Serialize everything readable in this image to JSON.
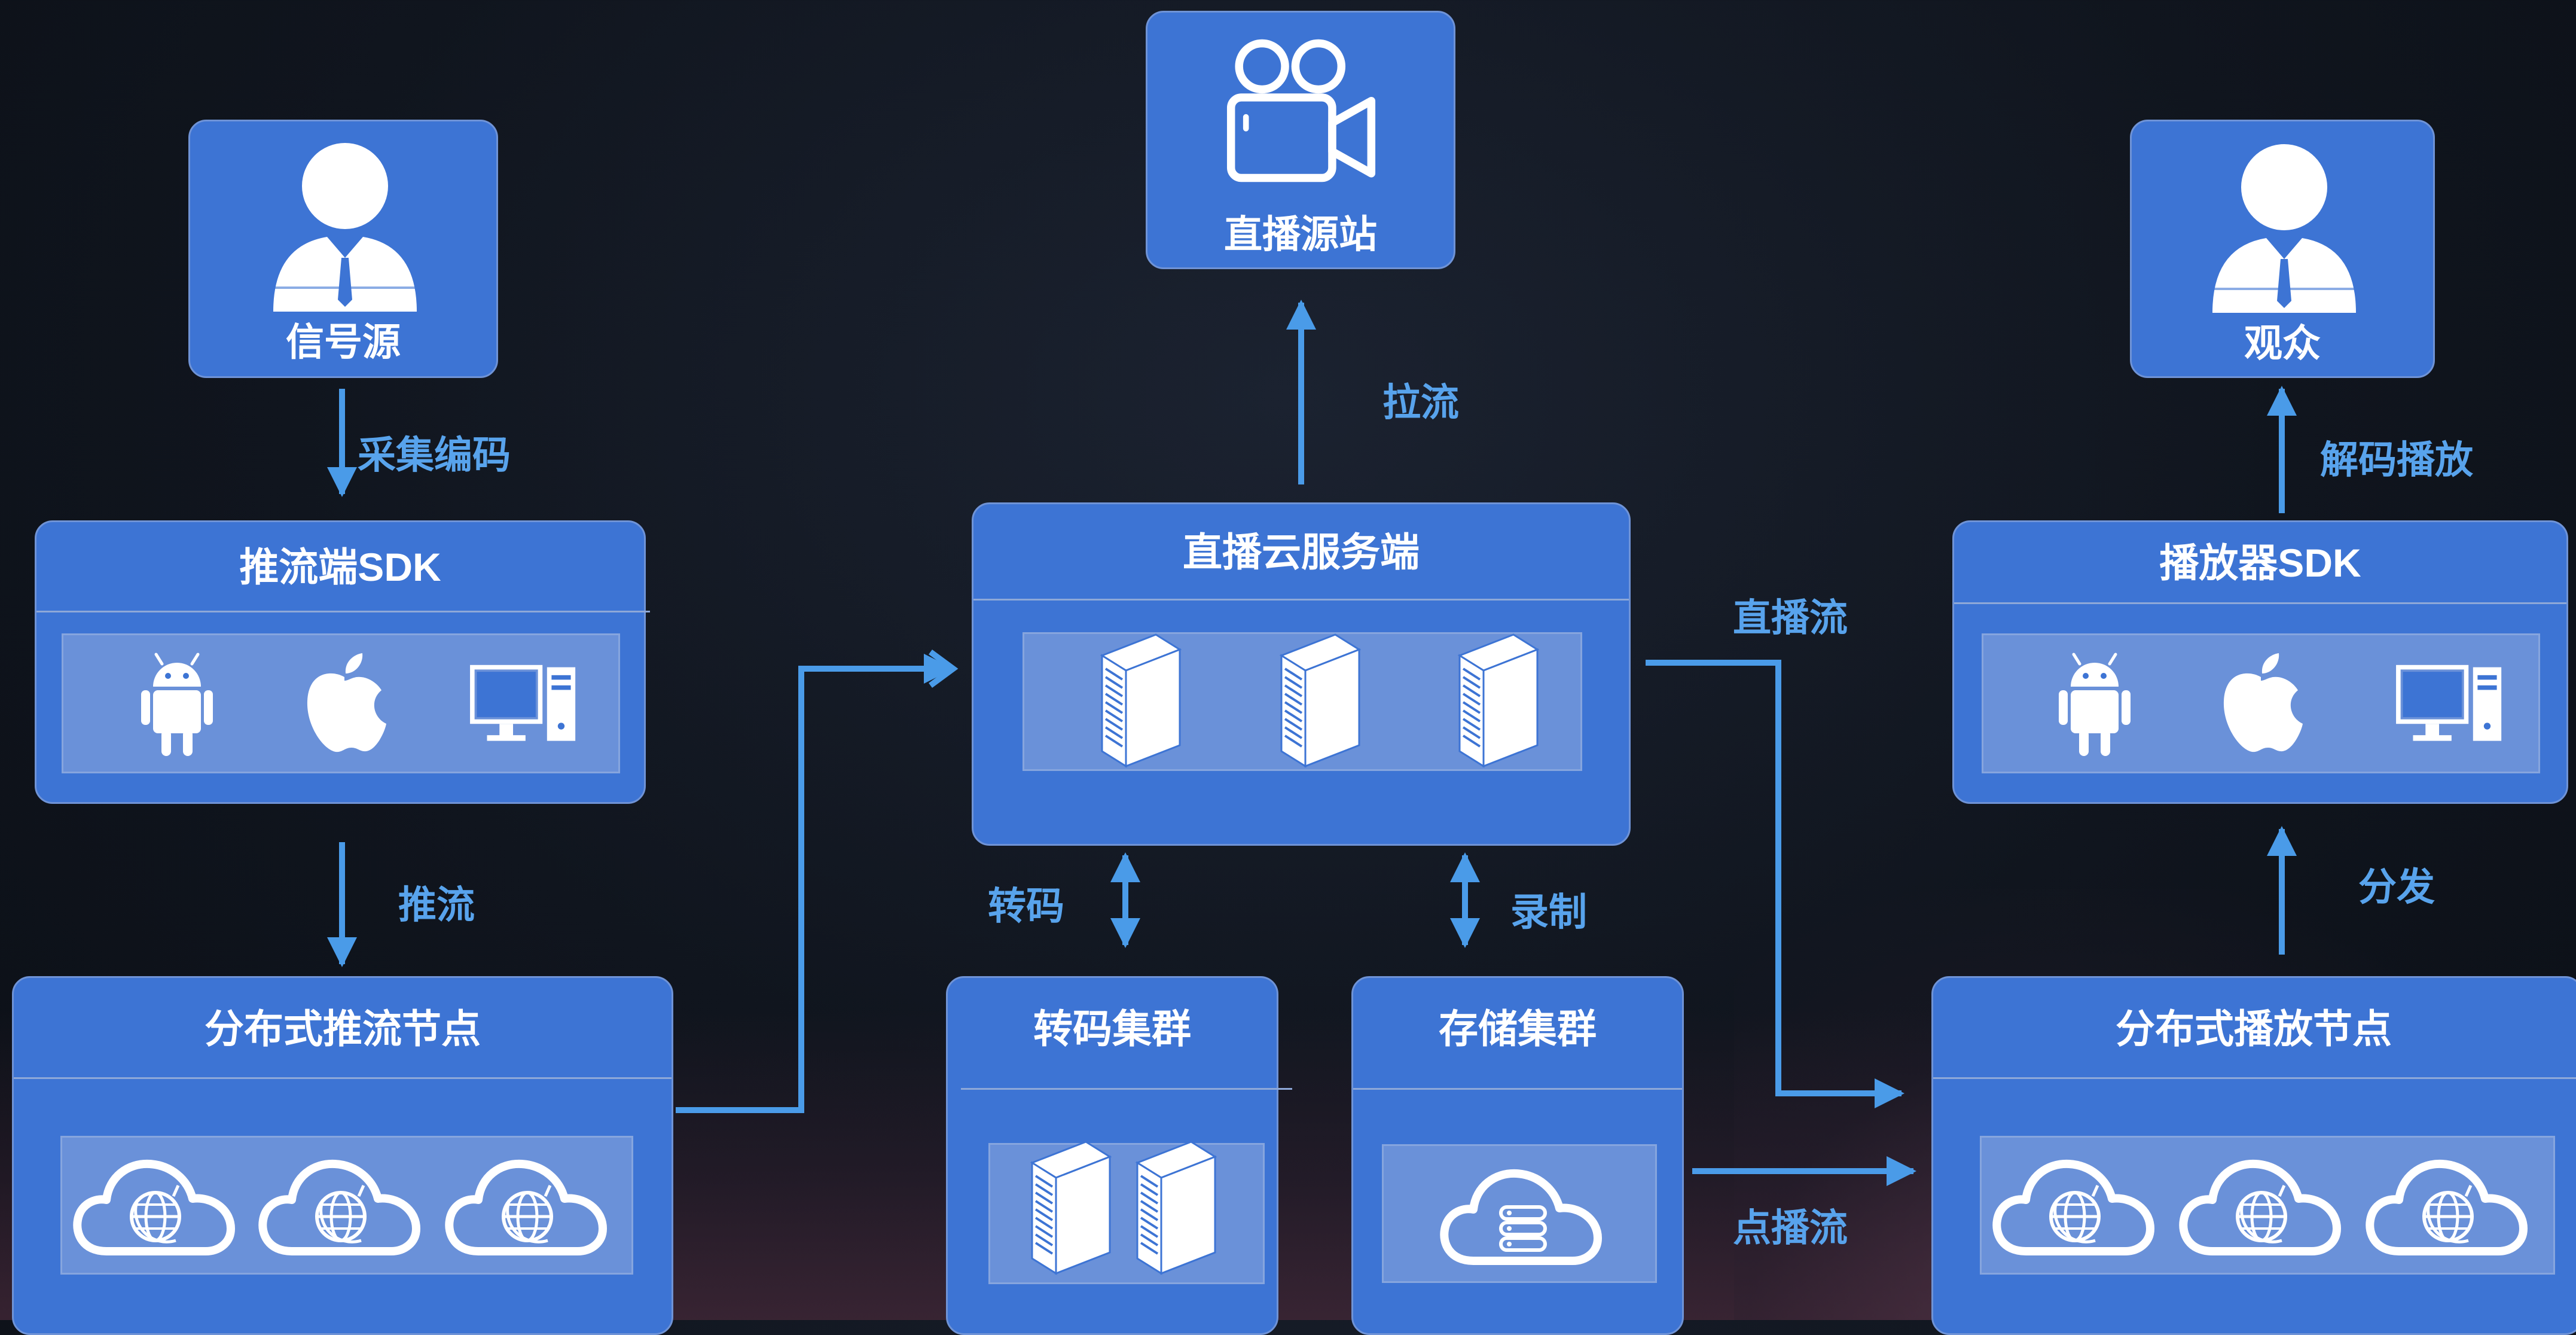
{
  "nodes": {
    "signal_source": "信号源",
    "live_origin": "直播源站",
    "audience": "观众",
    "push_sdk": "推流端SDK",
    "cloud_server": "直播云服务端",
    "player_sdk": "播放器SDK",
    "push_nodes": "分布式推流节点",
    "transcode_cluster": "转码集群",
    "storage_cluster": "存储集群",
    "play_nodes": "分布式播放节点"
  },
  "edges": {
    "capture_encode": "采集编码",
    "push": "推流",
    "pull": "拉流",
    "live_stream": "直播流",
    "decode_play": "解码播放",
    "distribute": "分发",
    "transcode": "转码",
    "record": "录制",
    "vod": "点播流"
  },
  "colors": {
    "box_fill": "#3d74d4",
    "box_border": "#6f93d6",
    "inner_fill": "#6a91d9",
    "arrow": "#4a9be8",
    "label": "#58a3ec"
  },
  "icons": {
    "person": "person-icon",
    "camera": "video-camera-icon",
    "android": "android-icon",
    "apple": "apple-icon",
    "desktop": "desktop-computer-icon",
    "server": "server-icon",
    "cloud_globe": "cloud-globe-icon",
    "cloud_storage": "cloud-storage-icon"
  }
}
